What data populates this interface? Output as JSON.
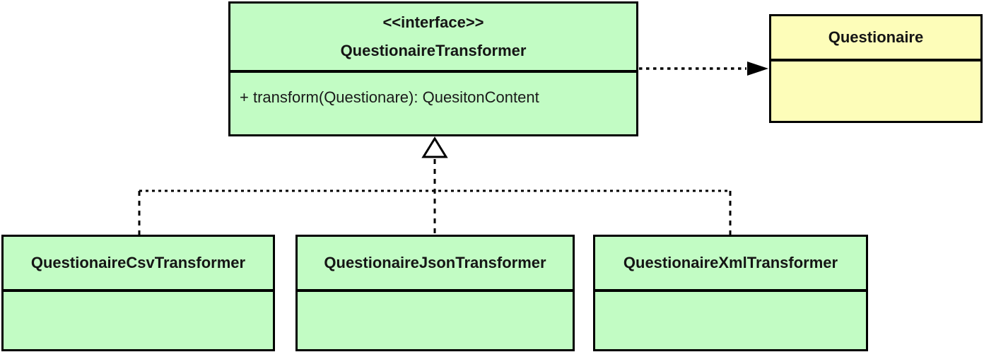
{
  "diagram": {
    "type": "uml-class-diagram",
    "background_color": "#ffffff",
    "colors": {
      "class_fill_green": "#c2fcc4",
      "class_fill_yellow": "#fdfdb9",
      "border": "#000000"
    },
    "interface_box": {
      "stereotype": "<<interface>>",
      "name": "QuestionaireTransformer",
      "method": "+ transform(Questionare): QuesitonContent"
    },
    "questionaire_box": {
      "name": "Questionaire"
    },
    "subclasses": [
      {
        "name": "QuestionaireCsvTransformer"
      },
      {
        "name": "QuestionaireJsonTransformer"
      },
      {
        "name": "QuestionaireXmlTransformer"
      }
    ],
    "relations": [
      {
        "type": "dependency",
        "from": "QuestionaireTransformer",
        "to": "Questionaire",
        "line_style": "dotted",
        "arrowhead": "filled-triangle"
      },
      {
        "type": "realization",
        "from": "QuestionaireCsvTransformer, QuestionaireJsonTransformer, QuestionaireXmlTransformer",
        "to": "QuestionaireTransformer",
        "line_style": "dashed",
        "arrowhead": "hollow-triangle"
      }
    ]
  }
}
